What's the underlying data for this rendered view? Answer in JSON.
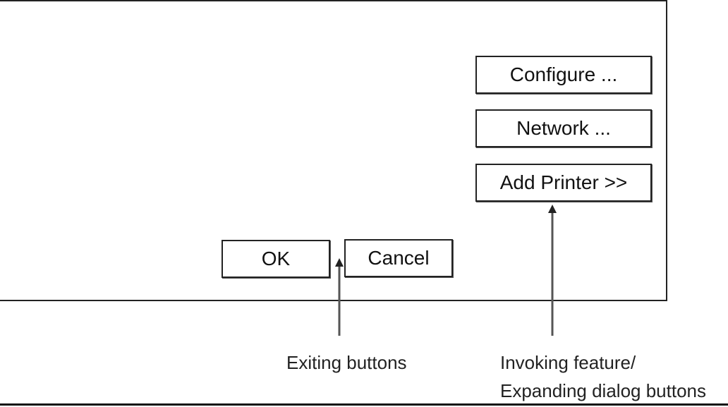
{
  "dialog": {
    "side_buttons": {
      "configure_label": "Configure ...",
      "network_label": "Network ...",
      "add_printer_label": "Add Printer >>"
    },
    "exit_buttons": {
      "ok_label": "OK",
      "cancel_label": "Cancel"
    }
  },
  "annotations": {
    "exiting": "Exiting buttons",
    "invoking_line1": "Invoking feature/",
    "invoking_line2": "Expanding dialog buttons"
  },
  "colors": {
    "border": "#222222",
    "arrow": "#555555"
  }
}
